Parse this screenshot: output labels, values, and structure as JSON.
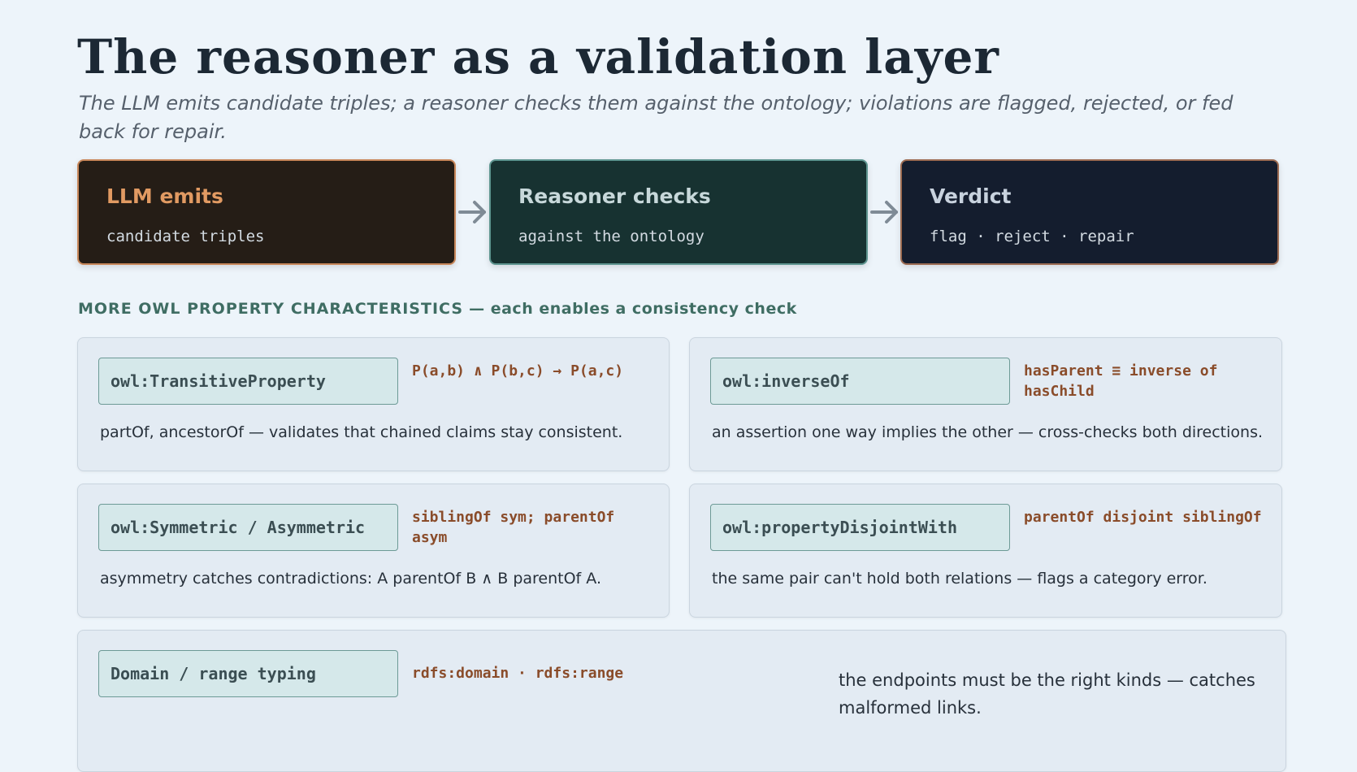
{
  "title": "The reasoner as a validation layer",
  "subtitle": "The LLM emits candidate triples; a reasoner checks them against the ontology; violations are flagged, rejected, or fed back for repair.",
  "flow": [
    {
      "title": "LLM emits",
      "subtitle": "candidate triples"
    },
    {
      "title": "Reasoner checks",
      "subtitle": "against the ontology"
    },
    {
      "title": "Verdict",
      "subtitle": "flag · reject · repair"
    }
  ],
  "section": {
    "label_caps": "MORE OWL PROPERTY CHARACTERISTICS",
    "label_tail": " — each enables a consistency check"
  },
  "cards": [
    {
      "term": "owl:TransitiveProperty",
      "formula": "P(a,b) ∧ P(b,c) → P(a,c)",
      "description": "partOf, ancestorOf — validates that chained claims stay consistent."
    },
    {
      "term": "owl:inverseOf",
      "formula": "hasParent ≡ inverse of hasChild",
      "description": "an assertion one way implies the other — cross-checks both directions."
    },
    {
      "term": "owl:Symmetric / Asymmetric",
      "formula": "siblingOf sym; parentOf asym",
      "description": "asymmetry catches contradictions: A parentOf B ∧ B parentOf A."
    },
    {
      "term": "owl:propertyDisjointWith",
      "formula": "parentOf disjoint siblingOf",
      "description": "the same pair can't hold both relations — flags a category error."
    },
    {
      "term": "Domain / range typing",
      "formula": "rdfs:domain · rdfs:range",
      "description": "the endpoints must be the right kinds — catches malformed links."
    }
  ],
  "colors": {
    "background": "#edf4fa",
    "llm_accent": "#e19a62",
    "reasoner_bg": "#173231",
    "verdict_bg": "#141d2e",
    "section_label": "#3f6d63",
    "formula_text": "#8a4c2a",
    "term_bg": "#d5e8ea"
  }
}
